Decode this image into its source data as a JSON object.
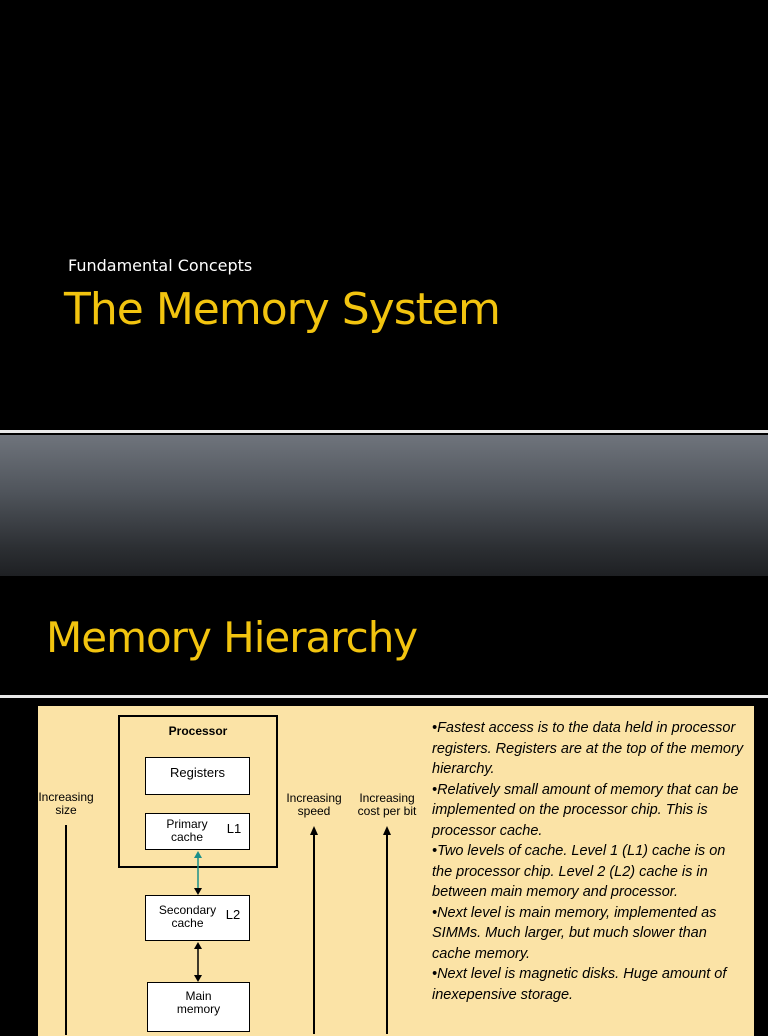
{
  "slide1": {
    "subtitle": "Fundamental Concepts",
    "title": "The Memory System"
  },
  "slide2": {
    "title": "Memory Hierarchy"
  },
  "diagram": {
    "processor_label": "Processor",
    "registers_label": "Registers",
    "primary_cache_label": "Primary\ncache",
    "l1_label": "L1",
    "secondary_cache_label": "Secondary\ncache",
    "l2_label": "L2",
    "main_memory_label": "Main\nmemory",
    "increasing_size": "Increasing\nsize",
    "increasing_speed": "Increasing\nspeed",
    "increasing_cost": "Increasing\ncost per bit"
  },
  "bullets": [
    "•Fastest access is to the data held in processor registers. Registers are at the top of the memory hierarchy.",
    "•Relatively small amount of memory that can be implemented on the processor chip. This is processor cache.",
    "•Two levels of cache. Level 1 (L1) cache is on the processor chip. Level 2 (L2) cache is in between main memory and processor.",
    "•Next level is main memory, implemented as SIMMs. Much larger, but much slower than cache memory.",
    "•Next level is magnetic disks. Huge amount of inexepensive storage."
  ],
  "colors": {
    "title": "#f2c40f",
    "content_bg": "#fbe3a6",
    "connector_teal": "#1a8f8a"
  }
}
